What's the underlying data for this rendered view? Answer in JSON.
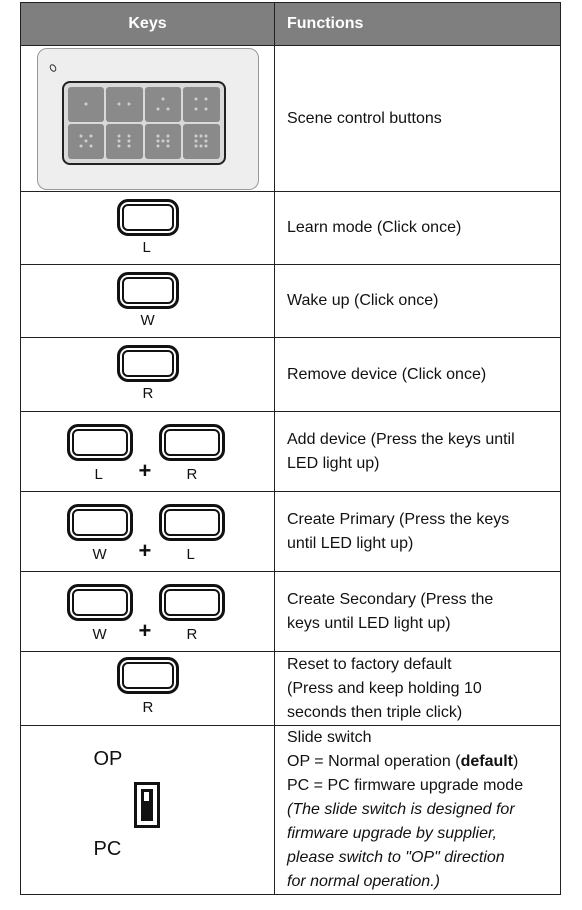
{
  "header": {
    "keys": "Keys",
    "functions": "Functions"
  },
  "rows": [
    {
      "function": "Scene control buttons"
    },
    {
      "key": "L",
      "function": "Learn mode (Click once)"
    },
    {
      "key": "W",
      "function": "Wake up (Click once)"
    },
    {
      "key": "R",
      "function": "Remove device (Click once)"
    },
    {
      "keys": [
        "L",
        "R"
      ],
      "plus": "+",
      "function_lines": [
        "Add device (Press the keys until",
        "LED light up)"
      ]
    },
    {
      "keys": [
        "W",
        "L"
      ],
      "plus": "+",
      "function_lines": [
        "Create Primary (Press the keys",
        "until LED light up)"
      ]
    },
    {
      "keys": [
        "W",
        "R"
      ],
      "plus": "+",
      "function_lines": [
        "Create Secondary (Press the",
        "keys until LED light up)"
      ]
    },
    {
      "key": "R",
      "function_lines": [
        "Reset to factory default",
        "(Press and keep holding 10",
        "seconds then triple click)"
      ]
    },
    {
      "switch_labels": [
        "OP",
        "PC"
      ],
      "function": {
        "title": "Slide switch",
        "op_prefix": "OP = Normal operation (",
        "op_bold": "default",
        "op_suffix": ")",
        "pc_line": "PC = PC firmware upgrade mode",
        "note_lines": [
          "(The slide switch is designed for",
          "firmware upgrade by supplier,",
          "please switch to \"OP\" direction",
          "for normal operation.)"
        ]
      }
    }
  ]
}
